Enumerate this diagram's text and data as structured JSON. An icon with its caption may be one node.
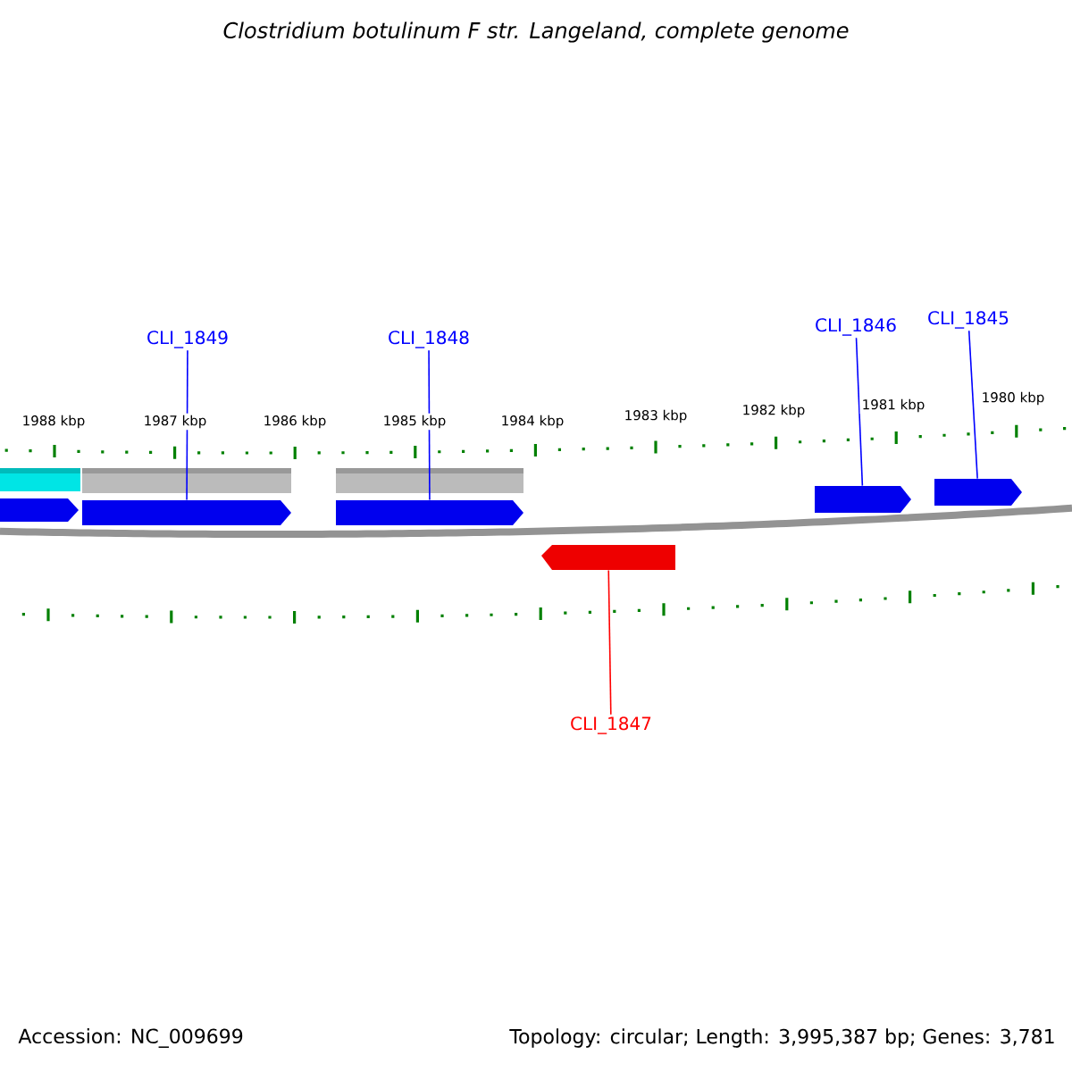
{
  "diagram": {
    "title": "Clostridium botulinum F str. Langeland, complete genome",
    "nodes": [
      {
        "text": [
          "CLI_1849"
        ]
      },
      {
        "text": [
          "CLI_1848"
        ]
      },
      {
        "text": [
          "CLI_1846"
        ]
      },
      {
        "text": [
          "CLI_1845"
        ]
      },
      {
        "text": [],
        "shape": "bar"
      },
      {
        "text": [],
        "shape": "bar"
      },
      {
        "text": [],
        "shape": "bar"
      },
      {
        "text": [],
        "shape": "arrow"
      },
      {
        "text": [],
        "shape": "arrow"
      },
      {
        "text": [],
        "shape": "arrow"
      },
      {
        "text": [],
        "shape": "arrow"
      },
      {
        "text": [],
        "shape": "arrow"
      },
      {
        "text": [],
        "shape": "arrow"
      },
      {
        "text": [
          "CLI_1847"
        ]
      }
    ],
    "edges": [
      {
        "from": 0,
        "to": 8,
        "arrow": "none"
      },
      {
        "from": 1,
        "to": 9,
        "arrow": "none"
      },
      {
        "from": 2,
        "to": 10,
        "arrow": "none"
      },
      {
        "from": 3,
        "to": 11,
        "arrow": "none"
      },
      {
        "from": 13,
        "to": 12,
        "arrow": "none",
        "color": "#ff0000"
      }
    ],
    "labels": [
      "1988 kbp",
      "1987 kbp",
      "1986 kbp",
      "1985 kbp",
      "1984 kbp",
      "1983 kbp",
      "1982 kbp",
      "1981 kbp",
      "1980 kbp",
      "Accession: NC_009699",
      "Topology: circular; Length: 3,995,387 bp; Genes: 3,781"
    ]
  }
}
